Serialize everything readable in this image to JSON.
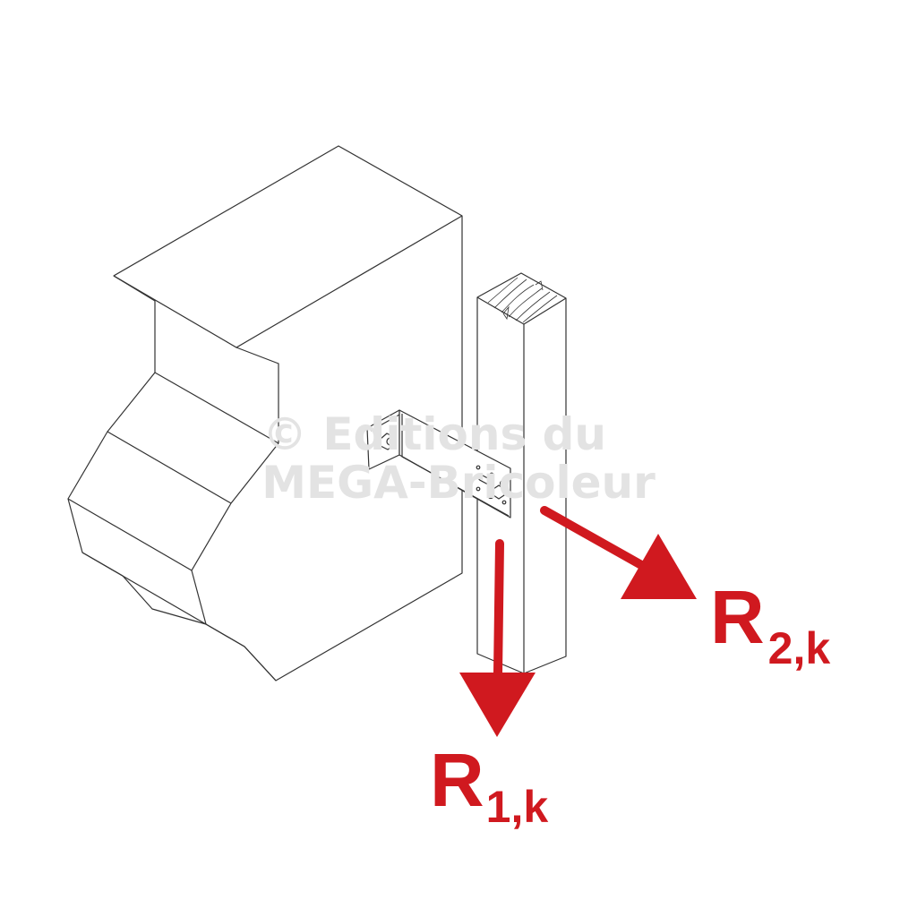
{
  "colors": {
    "force": "#d0191f",
    "line": "#333333",
    "watermark": "#e3e3e3"
  },
  "watermark": {
    "line1": "© Editions du",
    "line2": "MEGA-Bricoleur"
  },
  "forces": [
    {
      "symbol": "R",
      "subscript": "1,k",
      "direction": "downward"
    },
    {
      "symbol": "R",
      "subscript": "2,k",
      "direction": "outward-horizontal"
    }
  ]
}
